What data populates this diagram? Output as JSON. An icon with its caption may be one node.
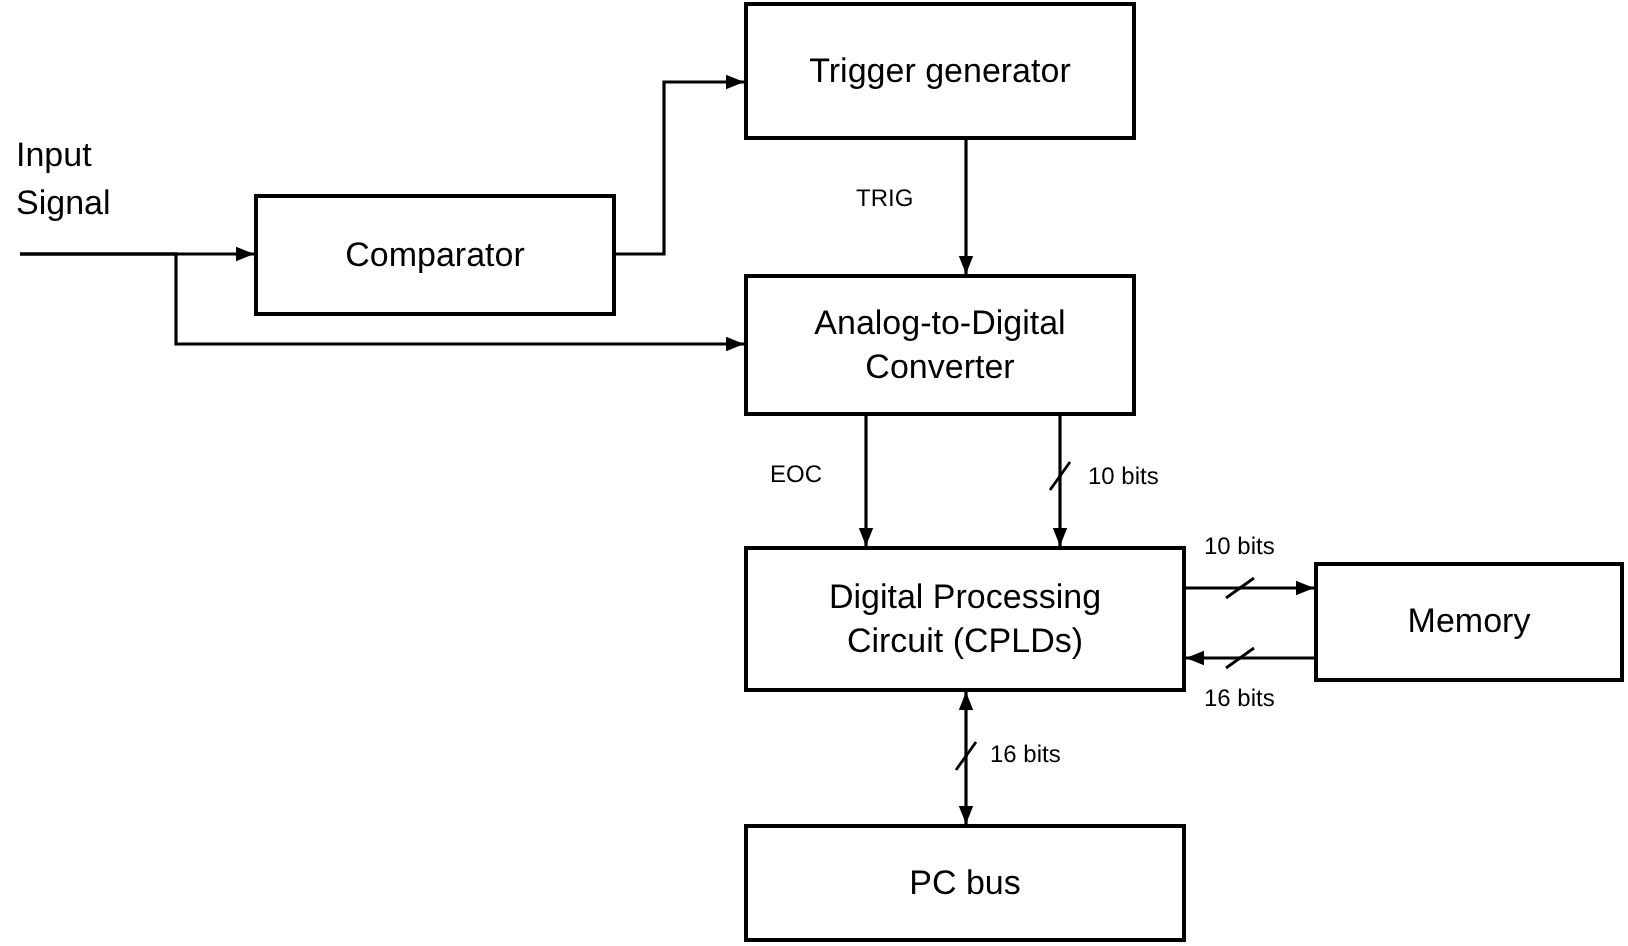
{
  "diagram": {
    "nodes": [
      {
        "text": [
          "Input Signal"
        ]
      },
      {
        "text": [
          "Trigger generator"
        ]
      },
      {
        "text": [
          "Comparator"
        ]
      },
      {
        "text": [
          "Analog-to-Digital Converter"
        ]
      },
      {
        "text": [
          "Digital Processing Circuit (CPLDs)"
        ]
      },
      {
        "text": [
          "Memory"
        ]
      },
      {
        "text": [
          "PC bus"
        ]
      }
    ],
    "edges": [
      {
        "from": 0,
        "to": 2,
        "arrow": "to"
      },
      {
        "from": 0,
        "to": 3,
        "arrow": "to"
      },
      {
        "from": 2,
        "to": 1,
        "arrow": "to"
      },
      {
        "from": 1,
        "to": 3,
        "arrow": "to",
        "label": "TRIG"
      },
      {
        "from": 3,
        "to": 4,
        "arrow": "to",
        "label": "EOC"
      },
      {
        "from": 3,
        "to": 4,
        "arrow": "to",
        "label": "10 bits"
      },
      {
        "from": 4,
        "to": 5,
        "arrow": "to",
        "label": "10 bits"
      },
      {
        "from": 5,
        "to": 4,
        "arrow": "to",
        "label": "16 bits"
      },
      {
        "from": 4,
        "to": 6,
        "arrow": "both",
        "label": "16 bits"
      }
    ]
  }
}
